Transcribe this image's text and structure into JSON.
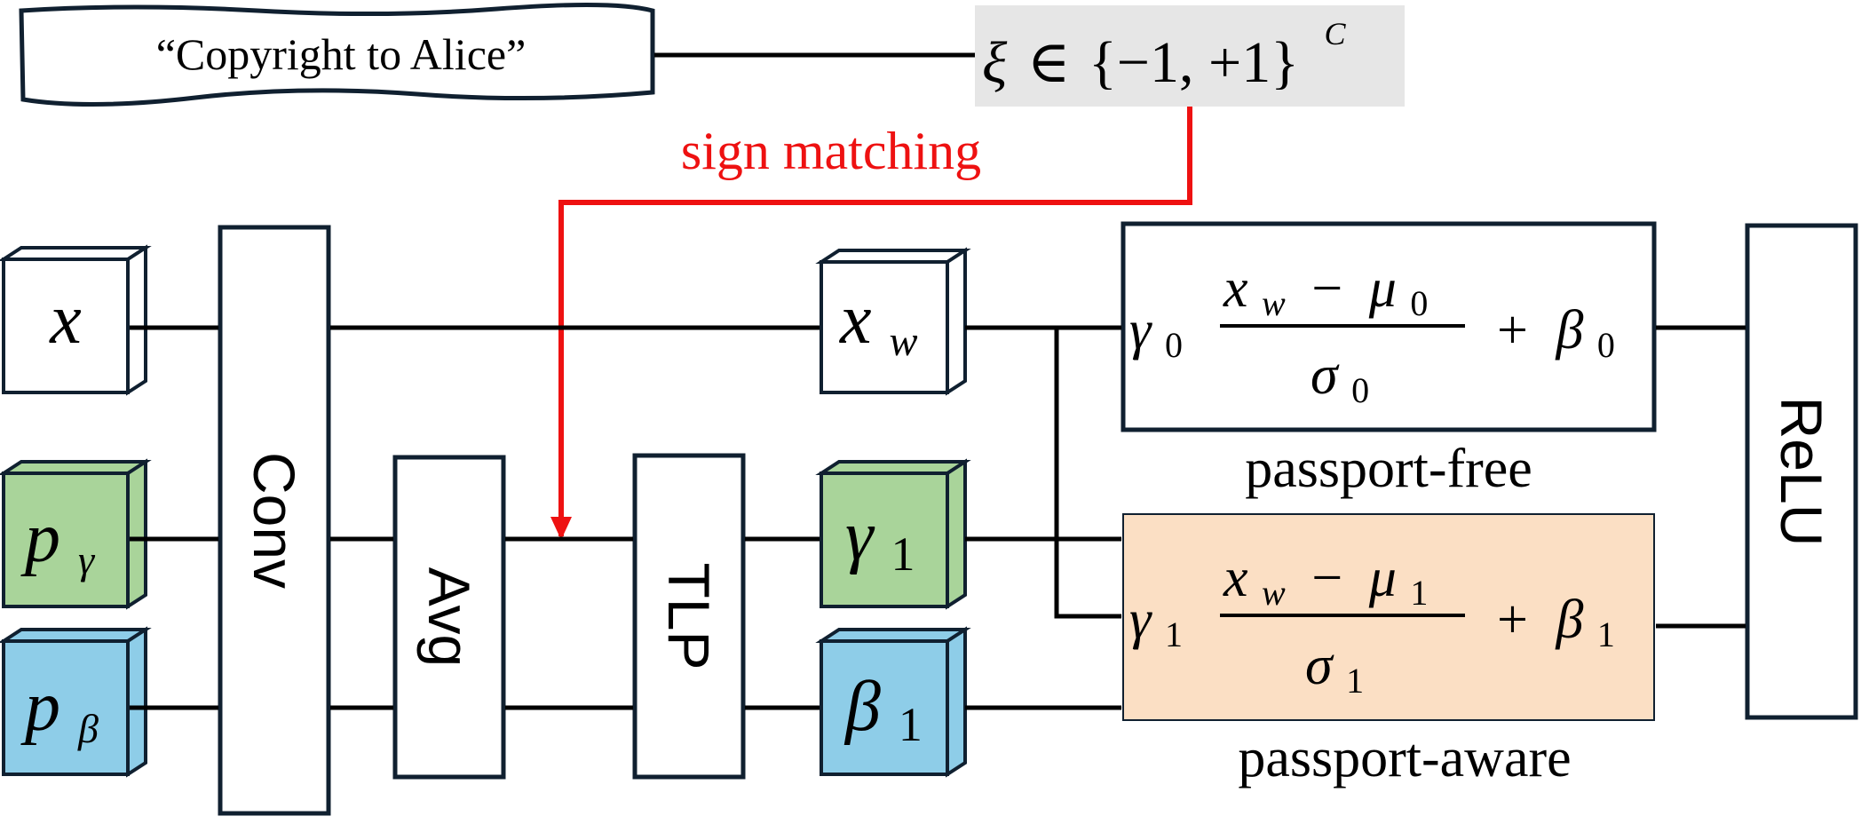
{
  "copyright": {
    "text": "“Copyright to Alice”"
  },
  "signature": {
    "xi": "ξ",
    "in": "∈",
    "set": "{−1, +1}",
    "sup": "C",
    "bg_color": "#e6e6e6"
  },
  "sign_matching": {
    "label": "sign matching",
    "color": "#ee1111"
  },
  "inputs": {
    "x": "x",
    "p_gamma": {
      "p": "p",
      "sub": "γ"
    },
    "p_beta": {
      "p": "p",
      "sub": "β"
    }
  },
  "blocks": {
    "conv": "Conv",
    "avg": "Avg",
    "tlp": "TLP",
    "relu": "ReLU"
  },
  "features": {
    "xw": {
      "main": "x",
      "sub": "w"
    },
    "gamma1": {
      "main": "γ",
      "sub": "1"
    },
    "beta1": {
      "main": "β",
      "sub": "1"
    }
  },
  "norms": {
    "free": {
      "gamma": {
        "main": "γ",
        "sub": "0"
      },
      "num_x": {
        "main": "x",
        "sub": "w"
      },
      "minus": "−",
      "num_mu": {
        "main": "μ",
        "sub": "0"
      },
      "den": {
        "main": "σ",
        "sub": "0"
      },
      "plus": "+",
      "beta": {
        "main": "β",
        "sub": "0"
      },
      "caption": "passport-free"
    },
    "aware": {
      "gamma": {
        "main": "γ",
        "sub": "1"
      },
      "num_x": {
        "main": "x",
        "sub": "w"
      },
      "minus": "−",
      "num_mu": {
        "main": "μ",
        "sub": "1"
      },
      "den": {
        "main": "σ",
        "sub": "1"
      },
      "plus": "+",
      "beta": {
        "main": "β",
        "sub": "1"
      },
      "caption": "passport-aware",
      "bg_color": "#fbdfc4"
    }
  },
  "colors": {
    "green_cube": "#a9d49a",
    "blue_cube": "#8ecde8",
    "stroke": "#102030"
  }
}
